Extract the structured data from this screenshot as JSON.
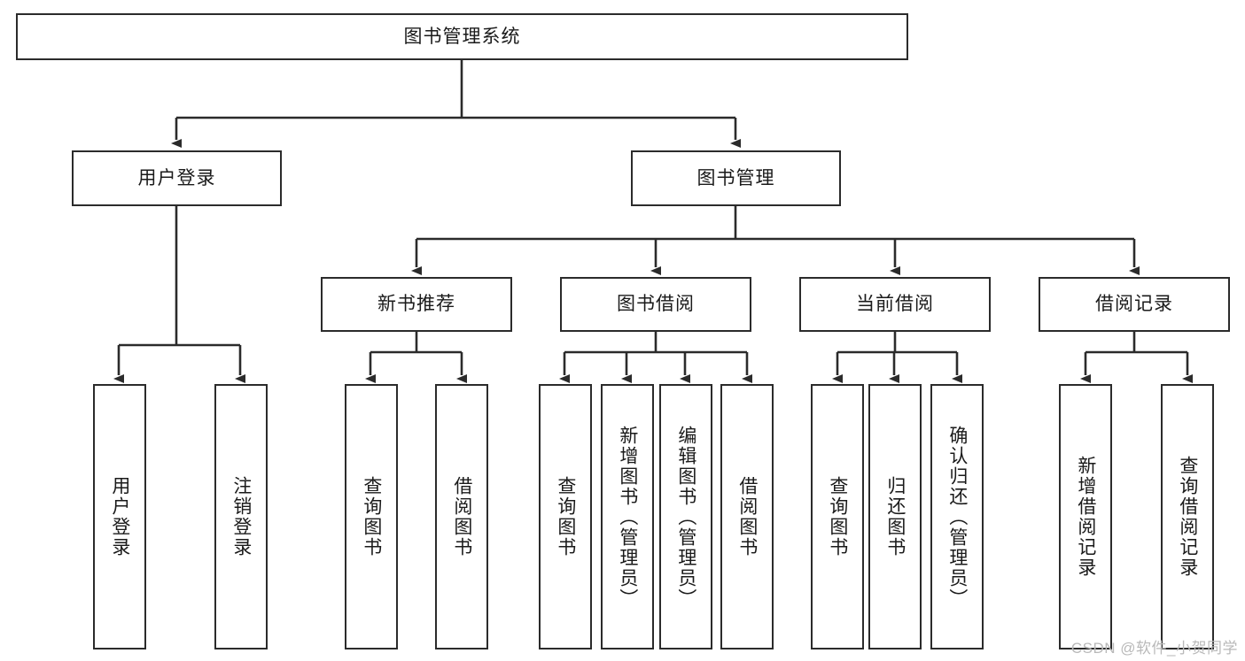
{
  "diagram": {
    "title": "图书管理系统",
    "type": "tree",
    "background_color": "#ffffff",
    "line_color": "#2b2b2b",
    "text_color": "#1a1a1a"
  },
  "nodes": {
    "root": {
      "label": "图书管理系统",
      "level": 1
    },
    "level2": [
      {
        "id": "user-login",
        "label": "用户登录"
      },
      {
        "id": "book-manage",
        "label": "图书管理"
      }
    ],
    "level3": [
      {
        "id": "new-book-recommend",
        "label": "新书推荐",
        "parent": "book-manage"
      },
      {
        "id": "book-borrow",
        "label": "图书借阅",
        "parent": "book-manage"
      },
      {
        "id": "current-borrow",
        "label": "当前借阅",
        "parent": "book-manage"
      },
      {
        "id": "borrow-record",
        "label": "借阅记录",
        "parent": "book-manage"
      }
    ],
    "leaves": [
      {
        "id": "leaf-user-login",
        "label": "用户登录",
        "parent": "user-login"
      },
      {
        "id": "leaf-logout-login",
        "label": "注销登录",
        "parent": "user-login"
      },
      {
        "id": "leaf-query-book-1",
        "label": "查询图书",
        "parent": "new-book-recommend"
      },
      {
        "id": "leaf-borrow-book-1",
        "label": "借阅图书",
        "parent": "new-book-recommend"
      },
      {
        "id": "leaf-query-book-2",
        "label": "查询图书",
        "parent": "book-borrow"
      },
      {
        "id": "leaf-add-book",
        "label": "新增图书（管理员）",
        "parent": "book-borrow"
      },
      {
        "id": "leaf-edit-book",
        "label": "编辑图书（管理员）",
        "parent": "book-borrow"
      },
      {
        "id": "leaf-borrow-book-2",
        "label": "借阅图书",
        "parent": "book-borrow"
      },
      {
        "id": "leaf-query-book-3",
        "label": "查询图书",
        "parent": "current-borrow"
      },
      {
        "id": "leaf-return-book",
        "label": "归还图书",
        "parent": "current-borrow"
      },
      {
        "id": "leaf-confirm-return",
        "label": "确认归还（管理员）",
        "parent": "current-borrow"
      },
      {
        "id": "leaf-add-record",
        "label": "新增借阅记录",
        "parent": "borrow-record"
      },
      {
        "id": "leaf-query-record",
        "label": "查询借阅记录",
        "parent": "borrow-record"
      }
    ]
  },
  "watermark": {
    "text": "CSDN @软件_小贺同学"
  }
}
